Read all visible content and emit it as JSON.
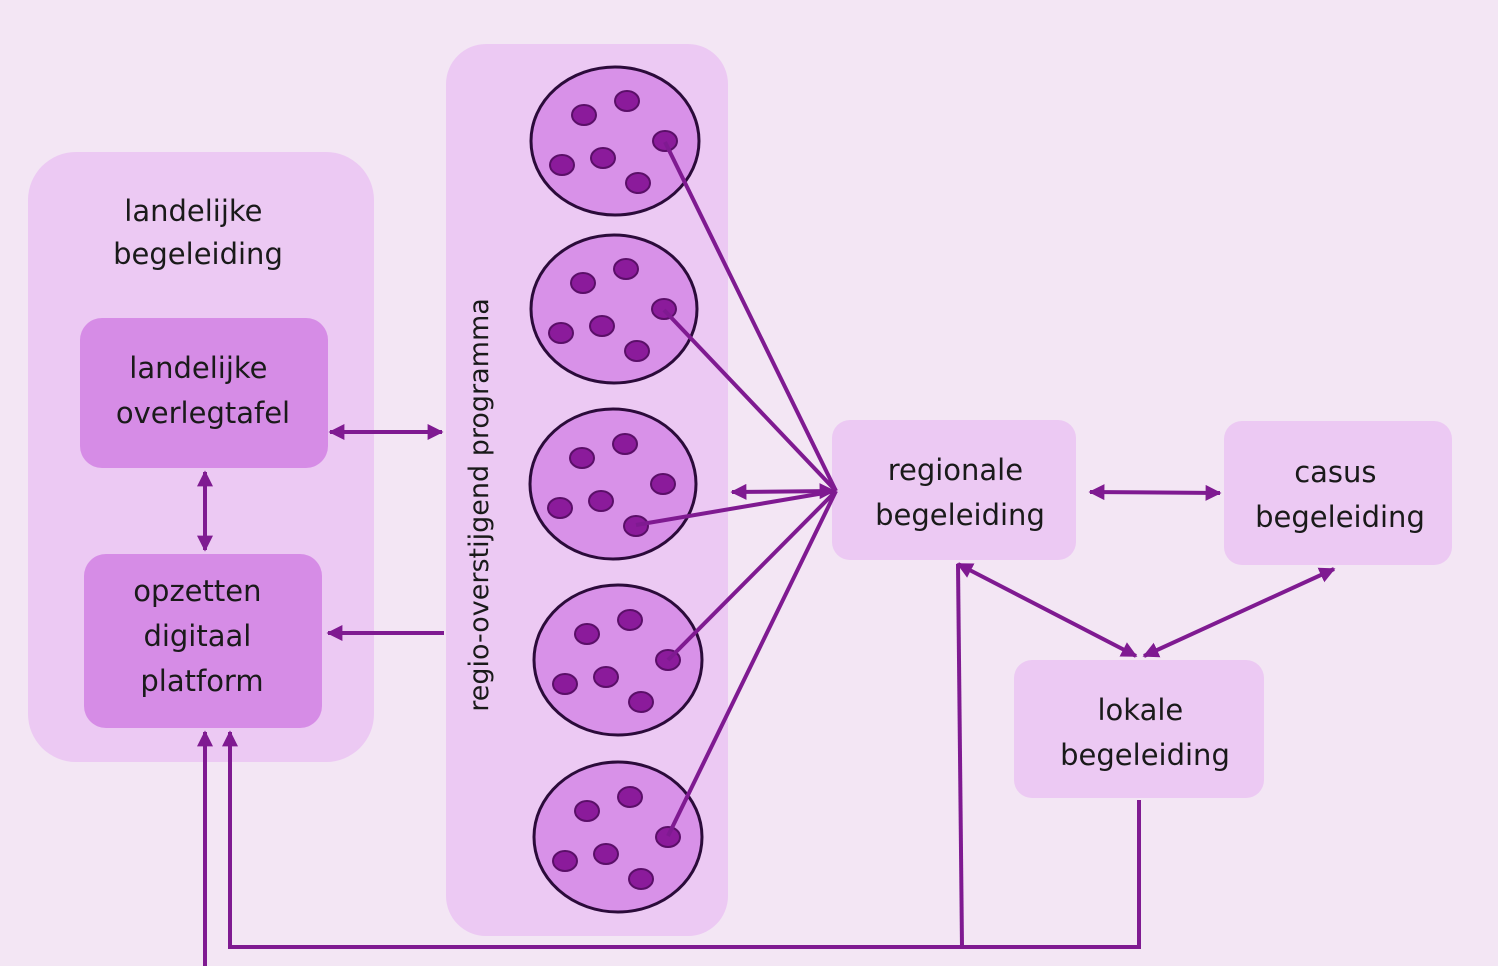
{
  "colors": {
    "background": "#f3e6f4",
    "panel": "#ecc9f3",
    "node_dark": "#d68ce6",
    "node_light": "#ecc9f3",
    "circle_fill": "#d891e8",
    "circle_stroke": "#2b0b3a",
    "dot_fill": "#8b1b9b",
    "dot_stroke": "#5a0f68",
    "arrow": "#7f1a91",
    "text": "#1a1a1a"
  },
  "nodes": {
    "landelijke_begeleiding": [
      "landelijke",
      "begeleiding"
    ],
    "landelijke_overlegtafel": [
      "landelijke",
      "overlegtafel"
    ],
    "opzetten_digitaal_platform": [
      "opzetten",
      "digitaal",
      "platform"
    ],
    "regio_overstijgend_programma": "regio-overstijgend programma",
    "regionale_begeleiding": [
      "regionale",
      "begeleiding"
    ],
    "casus_begeleiding": [
      "casus",
      "begeleiding"
    ],
    "lokale_begeleiding": [
      "lokale",
      "begeleiding"
    ]
  },
  "groups": {
    "region_count": 5,
    "icons": [
      "region-cluster-icon",
      "region-cluster-icon",
      "region-cluster-icon",
      "region-cluster-icon",
      "region-cluster-icon"
    ]
  }
}
